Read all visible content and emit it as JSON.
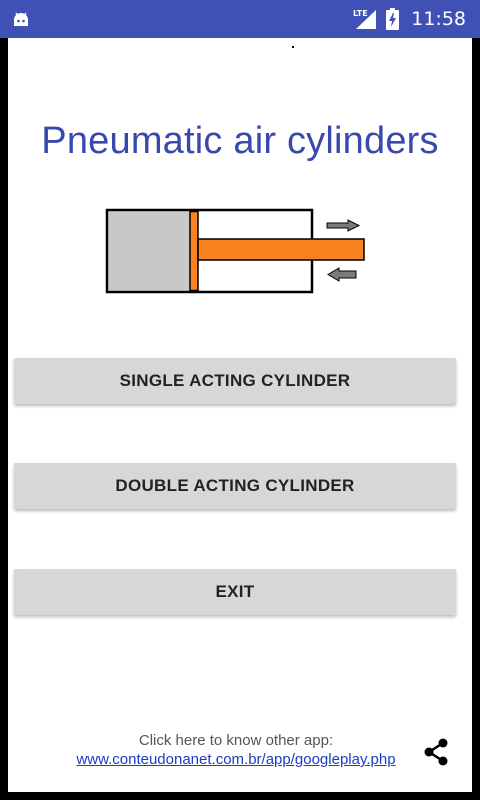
{
  "status_bar": {
    "network_label": "LTE",
    "time": "11:58",
    "icons": [
      "android-notification-icon",
      "lte-signal-icon",
      "battery-charging-icon"
    ]
  },
  "app": {
    "title": "Pneumatic air cylinders",
    "title_color": "#3949AB",
    "status_bar_color": "#3F51B5",
    "diagram_icon": "pneumatic-cylinder-diagram"
  },
  "buttons": {
    "single": "SINGLE ACTING CYLINDER",
    "double": "DOUBLE ACTING CYLINDER",
    "exit": "EXIT"
  },
  "footer": {
    "text": "Click here to know other app:",
    "link": "www.conteudonanet.com.br/app/googleplay.php",
    "share_icon": "share-icon"
  }
}
